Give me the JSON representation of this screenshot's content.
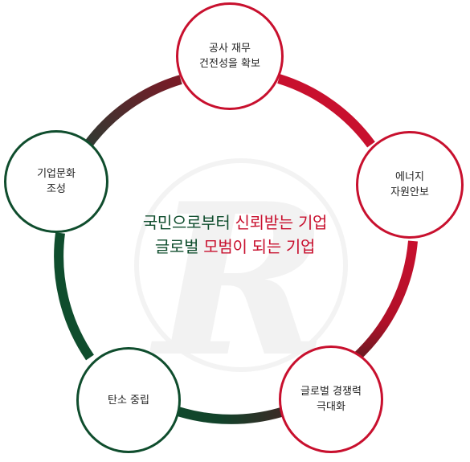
{
  "colors": {
    "red": "#c8102e",
    "green": "#0f4d2d",
    "dark_red": "#5a1a1e",
    "watermark": "#f2f2f2"
  },
  "watermark": {
    "letter": "R"
  },
  "center": {
    "line1_dark": "국민으로부터",
    "line1_red": "신뢰받는 기업",
    "line2_dark": "글로벌",
    "line2_red": "모범이 되는 기업"
  },
  "nodes": [
    {
      "id": "top",
      "lines": [
        "공사 재무",
        "건전성을 확보"
      ]
    },
    {
      "id": "right",
      "lines": [
        "에너지",
        "자원안보"
      ]
    },
    {
      "id": "bottom-right",
      "lines": [
        "글로벌 경쟁력",
        "극대화"
      ]
    },
    {
      "id": "bottom-left",
      "lines": [
        "탄소 중립"
      ]
    },
    {
      "id": "left",
      "lines": [
        "기업문화",
        "조성"
      ]
    }
  ]
}
